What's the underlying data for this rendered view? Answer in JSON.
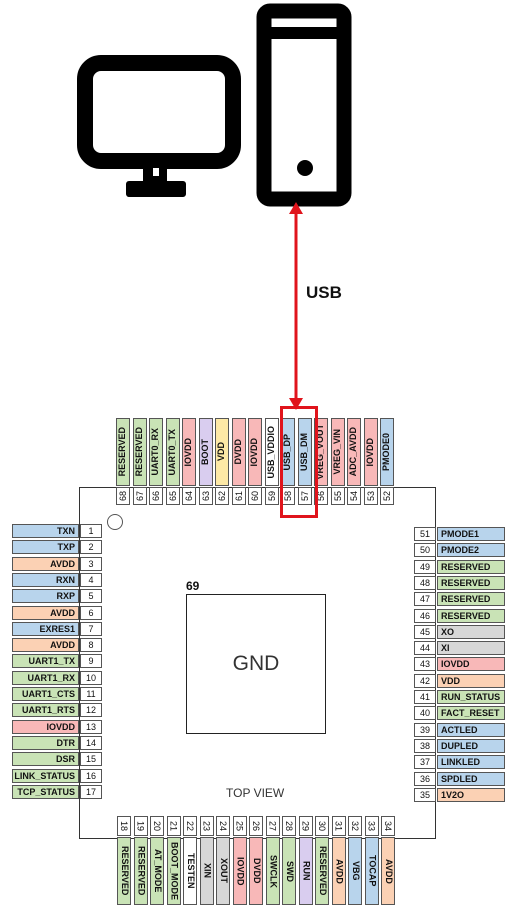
{
  "usb_label": "USB",
  "gnd": {
    "number": "69",
    "label": "GND"
  },
  "view_label": "TOP VIEW",
  "colors": {
    "blue": "#b8d4ec",
    "orange": "#fbd1b4",
    "green": "#c9e3b6",
    "pink": "#f8b8b8",
    "yellow": "#fde9a6",
    "purple": "#d9cdef",
    "gray": "#d7d7d7",
    "white": "#ffffff",
    "red_accent": "#e0141c"
  },
  "left_pins": [
    {
      "num": "1",
      "label": "TXN",
      "color": "blue"
    },
    {
      "num": "2",
      "label": "TXP",
      "color": "blue"
    },
    {
      "num": "3",
      "label": "AVDD",
      "color": "orange"
    },
    {
      "num": "4",
      "label": "RXN",
      "color": "blue"
    },
    {
      "num": "5",
      "label": "RXP",
      "color": "blue"
    },
    {
      "num": "6",
      "label": "AVDD",
      "color": "orange"
    },
    {
      "num": "7",
      "label": "EXRES1",
      "color": "blue"
    },
    {
      "num": "8",
      "label": "AVDD",
      "color": "orange"
    },
    {
      "num": "9",
      "label": "UART1_TX",
      "color": "green"
    },
    {
      "num": "10",
      "label": "UART1_RX",
      "color": "green"
    },
    {
      "num": "11",
      "label": "UART1_CTS",
      "color": "green"
    },
    {
      "num": "12",
      "label": "UART1_RTS",
      "color": "green"
    },
    {
      "num": "13",
      "label": "IOVDD",
      "color": "pink"
    },
    {
      "num": "14",
      "label": "DTR",
      "color": "green"
    },
    {
      "num": "15",
      "label": "DSR",
      "color": "green"
    },
    {
      "num": "16",
      "label": "LINK_STATUS",
      "color": "green"
    },
    {
      "num": "17",
      "label": "TCP_STATUS",
      "color": "green"
    }
  ],
  "right_pins": [
    {
      "num": "51",
      "label": "PMODE1",
      "color": "blue"
    },
    {
      "num": "50",
      "label": "PMODE2",
      "color": "blue"
    },
    {
      "num": "49",
      "label": "RESERVED",
      "color": "green"
    },
    {
      "num": "48",
      "label": "RESERVED",
      "color": "green"
    },
    {
      "num": "47",
      "label": "RESERVED",
      "color": "green"
    },
    {
      "num": "46",
      "label": "RESERVED",
      "color": "green"
    },
    {
      "num": "45",
      "label": "XO",
      "color": "gray"
    },
    {
      "num": "44",
      "label": "XI",
      "color": "gray"
    },
    {
      "num": "43",
      "label": "IOVDD",
      "color": "pink"
    },
    {
      "num": "42",
      "label": "VDD",
      "color": "orange"
    },
    {
      "num": "41",
      "label": "RUN_STATUS",
      "color": "green"
    },
    {
      "num": "40",
      "label": "FACT_RESET",
      "color": "green"
    },
    {
      "num": "39",
      "label": "ACTLED",
      "color": "blue"
    },
    {
      "num": "38",
      "label": "DUPLED",
      "color": "blue"
    },
    {
      "num": "37",
      "label": "LINKLED",
      "color": "blue"
    },
    {
      "num": "36",
      "label": "SPDLED",
      "color": "blue"
    },
    {
      "num": "35",
      "label": "1V2O",
      "color": "orange"
    }
  ],
  "top_pins": [
    {
      "num": "68",
      "label": "RESERVED",
      "color": "green"
    },
    {
      "num": "67",
      "label": "RESERVED",
      "color": "green"
    },
    {
      "num": "66",
      "label": "UART0_RX",
      "color": "green"
    },
    {
      "num": "65",
      "label": "UART0_TX",
      "color": "green"
    },
    {
      "num": "64",
      "label": "IOVDD",
      "color": "pink"
    },
    {
      "num": "63",
      "label": "BOOT",
      "color": "purple"
    },
    {
      "num": "62",
      "label": "VDD",
      "color": "yellow"
    },
    {
      "num": "61",
      "label": "DVDD",
      "color": "pink"
    },
    {
      "num": "60",
      "label": "IOVDD",
      "color": "pink"
    },
    {
      "num": "59",
      "label": "USB_VDDIO",
      "color": "white"
    },
    {
      "num": "58",
      "label": "USB_DP",
      "color": "blue"
    },
    {
      "num": "57",
      "label": "USB_DM",
      "color": "blue"
    },
    {
      "num": "56",
      "label": "VREG_VOUT",
      "color": "pink"
    },
    {
      "num": "55",
      "label": "VREG_VIN",
      "color": "pink"
    },
    {
      "num": "54",
      "label": "ADC_AVDD",
      "color": "pink"
    },
    {
      "num": "53",
      "label": "IOVDD",
      "color": "pink"
    },
    {
      "num": "52",
      "label": "PMODE0",
      "color": "blue"
    }
  ],
  "bottom_pins": [
    {
      "num": "18",
      "label": "RESERVED",
      "color": "green"
    },
    {
      "num": "19",
      "label": "RESERVED",
      "color": "green"
    },
    {
      "num": "20",
      "label": "AT_MODE",
      "color": "green"
    },
    {
      "num": "21",
      "label": "BOOT_MODE",
      "color": "green"
    },
    {
      "num": "22",
      "label": "TESTEN",
      "color": "white"
    },
    {
      "num": "23",
      "label": "XIN",
      "color": "gray"
    },
    {
      "num": "24",
      "label": "XOUT",
      "color": "gray"
    },
    {
      "num": "25",
      "label": "IOVDD",
      "color": "pink"
    },
    {
      "num": "26",
      "label": "DVDD",
      "color": "pink"
    },
    {
      "num": "27",
      "label": "SWCLK",
      "color": "green"
    },
    {
      "num": "28",
      "label": "SWD",
      "color": "green"
    },
    {
      "num": "29",
      "label": "RUN",
      "color": "purple"
    },
    {
      "num": "30",
      "label": "RESERVED",
      "color": "green"
    },
    {
      "num": "31",
      "label": "AVDD",
      "color": "orange"
    },
    {
      "num": "32",
      "label": "VBG",
      "color": "blue"
    },
    {
      "num": "33",
      "label": "TOCAP",
      "color": "blue"
    },
    {
      "num": "34",
      "label": "AVDD",
      "color": "orange"
    }
  ]
}
